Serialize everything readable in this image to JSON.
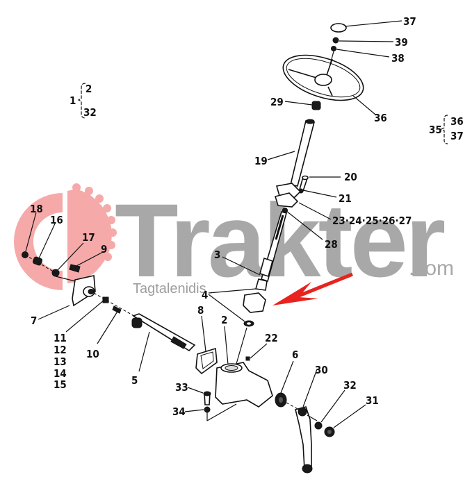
{
  "diagram": {
    "title": "Steering assembly exploded parts diagram",
    "watermark": {
      "brand": "Trakter",
      "domain_suffix": ".com",
      "subtitle": "Tagtalenidis",
      "brand_color": "#a8a8a8",
      "logo_color": "#f4a6a6"
    },
    "arrow": {
      "color": "#e8231f",
      "direction": "pointing-down-left"
    },
    "groups": [
      {
        "parent": "1",
        "children": [
          "2",
          "32"
        ],
        "connector": "to"
      },
      {
        "parent": "35",
        "children": [
          "36",
          "37"
        ],
        "connector": "to"
      }
    ],
    "labels": {
      "l1": "1",
      "l1a": "2",
      "l1b": "32",
      "l35": "35",
      "l35a": "36",
      "l35b": "37",
      "l37": "37",
      "l39": "39",
      "l38": "38",
      "l36": "36",
      "l29": "29",
      "l19": "19",
      "l20": "20",
      "l21": "21",
      "l23": "23·24·25·26·27",
      "l28": "28",
      "l3": "3",
      "l4": "4",
      "l18": "18",
      "l16": "16",
      "l17": "17",
      "l9": "9",
      "l7": "7",
      "l11": "11",
      "l12": "12",
      "l13": "13",
      "l14": "14",
      "l15": "15",
      "l10": "10",
      "l5": "5",
      "l8": "8",
      "l2": "2",
      "l22": "22",
      "l6": "6",
      "l30": "30",
      "l32": "32",
      "l31": "31",
      "l33": "33",
      "l34": "34"
    },
    "parts": [
      "1",
      "2",
      "3",
      "4",
      "5",
      "6",
      "7",
      "8",
      "9",
      "10",
      "11",
      "12",
      "13",
      "14",
      "15",
      "16",
      "17",
      "18",
      "19",
      "20",
      "21",
      "22",
      "23",
      "24",
      "25",
      "26",
      "27",
      "28",
      "29",
      "30",
      "31",
      "32",
      "33",
      "34",
      "35",
      "36",
      "37",
      "38",
      "39"
    ]
  }
}
